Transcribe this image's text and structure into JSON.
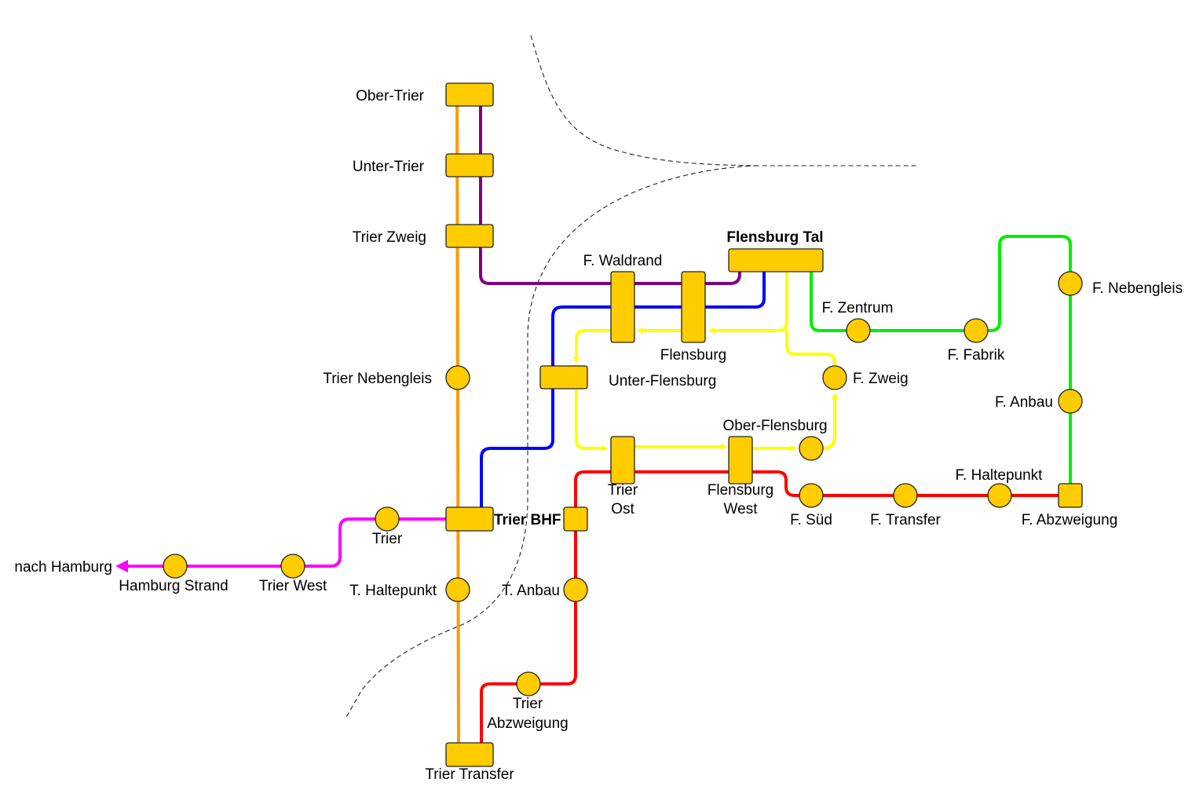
{
  "title": "Rail network schematic (Trier / Flensburg)",
  "lines": [
    {
      "id": "orange",
      "color": "#ff9900",
      "name": "Orange line",
      "stops": [
        "Ober-Trier",
        "Unter-Trier",
        "Trier Zweig",
        "Trier Nebengleis",
        "Trier BHF",
        "T. Haltepunkt",
        "Trier Transfer"
      ]
    },
    {
      "id": "purple",
      "color": "#800080",
      "name": "Purple line",
      "stops": [
        "Ober-Trier",
        "Unter-Trier",
        "Trier Zweig",
        "F. Waldrand",
        "Flensburg",
        "Flensburg Tal"
      ]
    },
    {
      "id": "blue",
      "color": "#0000ff",
      "name": "Blue line",
      "stops": [
        "Flensburg Tal",
        "Flensburg",
        "F. Waldrand",
        "Unter-Flensburg",
        "Trier BHF"
      ]
    },
    {
      "id": "yellow",
      "color": "#ffff00",
      "name": "Yellow line (one-way loop)",
      "stops": [
        "Flensburg Tal",
        "Flensburg",
        "F. Waldrand",
        "Unter-Flensburg",
        "Trier Ost",
        "Flensburg West",
        "Ober-Flensburg",
        "F. Zweig",
        "Flensburg Tal"
      ]
    },
    {
      "id": "green",
      "color": "#00ee00",
      "name": "Green line",
      "stops": [
        "Flensburg Tal",
        "F. Zentrum",
        "F. Fabrik",
        "F. Nebengleis",
        "F. Anbau",
        "F. Abzweigung"
      ]
    },
    {
      "id": "red",
      "color": "#ff0000",
      "name": "Red line",
      "stops": [
        "Trier Transfer",
        "Trier Abzweigung",
        "T. Anbau",
        "Trier BHF",
        "Trier Ost",
        "Flensburg West",
        "F. Süd",
        "F. Transfer",
        "F. Haltepunkt",
        "F. Abzweigung"
      ]
    },
    {
      "id": "magenta",
      "color": "#ff00ff",
      "name": "Magenta line",
      "stops": [
        "Trier BHF",
        "Trier",
        "Trier West",
        "Hamburg Strand",
        "nach Hamburg"
      ]
    }
  ],
  "stations": {
    "ober_trier": "Ober-Trier",
    "unter_trier": "Unter-Trier",
    "trier_zweig": "Trier Zweig",
    "trier_nebengleis": "Trier Nebengleis",
    "trier_bhf": "Trier BHF",
    "t_haltepunkt": "T. Haltepunkt",
    "trier_transfer": "Trier Transfer",
    "trier_abzweigung_1": "Trier",
    "trier_abzweigung_2": "Abzweigung",
    "t_anbau": "T. Anbau",
    "trier": "Trier",
    "trier_west": "Trier West",
    "hamburg_strand": "Hamburg Strand",
    "nach_hamburg": "nach Hamburg",
    "f_waldrand": "F. Waldrand",
    "flensburg": "Flensburg",
    "flensburg_tal": "Flensburg Tal",
    "unter_flensburg": "Unter-Flensburg",
    "trier_ost_1": "Trier",
    "trier_ost_2": "Ost",
    "flensburg_west_1": "Flensburg",
    "flensburg_west_2": "West",
    "ober_flensburg": "Ober-Flensburg",
    "f_zweig": "F. Zweig",
    "f_zentrum": "F. Zentrum",
    "f_fabrik": "F. Fabrik",
    "f_nebengleis": "F. Nebengleis",
    "f_anbau": "F. Anbau",
    "f_sued": "F. Süd",
    "f_transfer": "F. Transfer",
    "f_haltepunkt": "F. Haltepunkt",
    "f_abzweigung": "F. Abzweigung"
  },
  "colors": {
    "station_fill": "#ffcc00",
    "orange": "#ff9900",
    "purple": "#800080",
    "blue": "#0000ff",
    "yellow": "#ffff00",
    "green": "#00ee00",
    "red": "#ff0000",
    "magenta": "#ff00ff"
  }
}
